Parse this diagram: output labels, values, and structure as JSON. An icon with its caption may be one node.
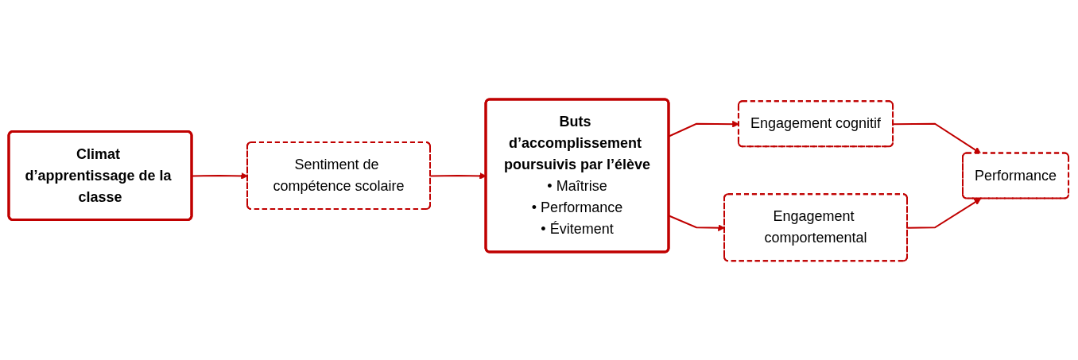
{
  "diagram": {
    "nodes": [
      {
        "text": [
          "Climat d’apprentissage de la classe"
        ]
      },
      {
        "text": [
          "Sentiment de compétence scolaire"
        ]
      },
      {
        "text": [
          "Buts d’accomplissement poursuivis par l’élève",
          "• Maîtrise",
          "• Performance",
          "• Évitement"
        ]
      },
      {
        "text": [
          "Engagement cognitif"
        ]
      },
      {
        "text": [
          "Engagement comportemental"
        ]
      },
      {
        "text": [
          "Performance"
        ]
      }
    ],
    "edges": [
      {
        "from": 0,
        "to": 1,
        "arrow": "to"
      },
      {
        "from": 1,
        "to": 2,
        "arrow": "to"
      },
      {
        "from": 2,
        "to": 3,
        "arrow": "to"
      },
      {
        "from": 2,
        "to": 4,
        "arrow": "to"
      },
      {
        "from": 3,
        "to": 5,
        "arrow": "to"
      },
      {
        "from": 4,
        "to": 5,
        "arrow": "to"
      }
    ]
  }
}
